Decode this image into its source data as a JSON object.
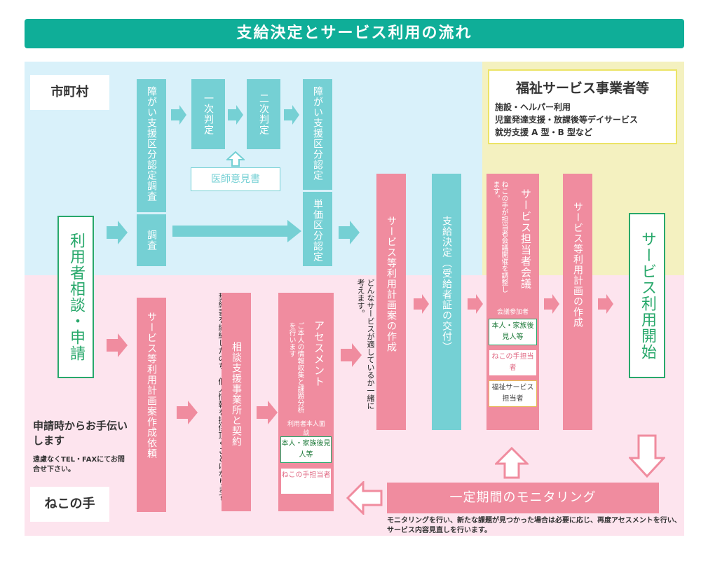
{
  "title": "支給決定とサービス利用の流れ",
  "regions": {
    "municipality": "市町村",
    "provider": "ねこの手"
  },
  "welfare_box": {
    "title": "福祉サービス事業者等",
    "lines": [
      "施設・ヘルパー利用",
      "児童発達支援・放課後等デイサービス",
      "就労支援 A 型・B 型など"
    ]
  },
  "consult": "利用者相談・申請",
  "service_start": "サービス利用開始",
  "steps": {
    "survey": "障がい支援区分認定調査",
    "survey2": "調査",
    "first": "一次判定",
    "second": "二次判定",
    "doctor": "医師意見書",
    "certification": "障がい支援区分認定",
    "unit_price": "単価区分認定",
    "plan_draft": "サービス等利用計画案の作成",
    "decision": "支給決定（受給者証の交付）",
    "meeting": "サービス担当者会議",
    "plan": "サービス等利用計画の作成",
    "request": "サービス等利用計画案作成依頼",
    "contract": "相談支援事業所と契約",
    "assessment": "アセスメント"
  },
  "notes": {
    "contract_note": "契約書を締結したのち、個人情報を提供頂くことになります。",
    "assessment_note": "ご本人の情報収集と課題分析を行います",
    "plan_note": "どんなサービスが適しているか一緒に考えます。",
    "meeting_note": "ねこの手が担当者会議開催を調整します。"
  },
  "assessment_participants": {
    "heading": "利用者本人面談",
    "items": [
      "本人・家族後見人等",
      "ねこの手担当者"
    ]
  },
  "meeting_participants": {
    "heading": "会議参加者",
    "items": [
      "本人・家族後見人等",
      "ねこの手担当者",
      "福祉サービス担当者"
    ]
  },
  "support": {
    "heading": "申請時からお手伝いします",
    "body": "遠慮なくTEL・FAXにてお問合せ下さい。"
  },
  "monitoring": {
    "label": "一定期間のモニタリング",
    "note": "モニタリングを行い、新たな課題が見つかった場合は必要に応じ、再度アセスメントを行い、サービス内容見直しを行います。"
  },
  "colors": {
    "teal": "#75d0d4",
    "pink": "#f08c9f",
    "title": "#0fae98",
    "blue_zone": "#d9f1fa",
    "pink_zone": "#fde4ee",
    "yellow_zone": "#f4f1c0"
  }
}
